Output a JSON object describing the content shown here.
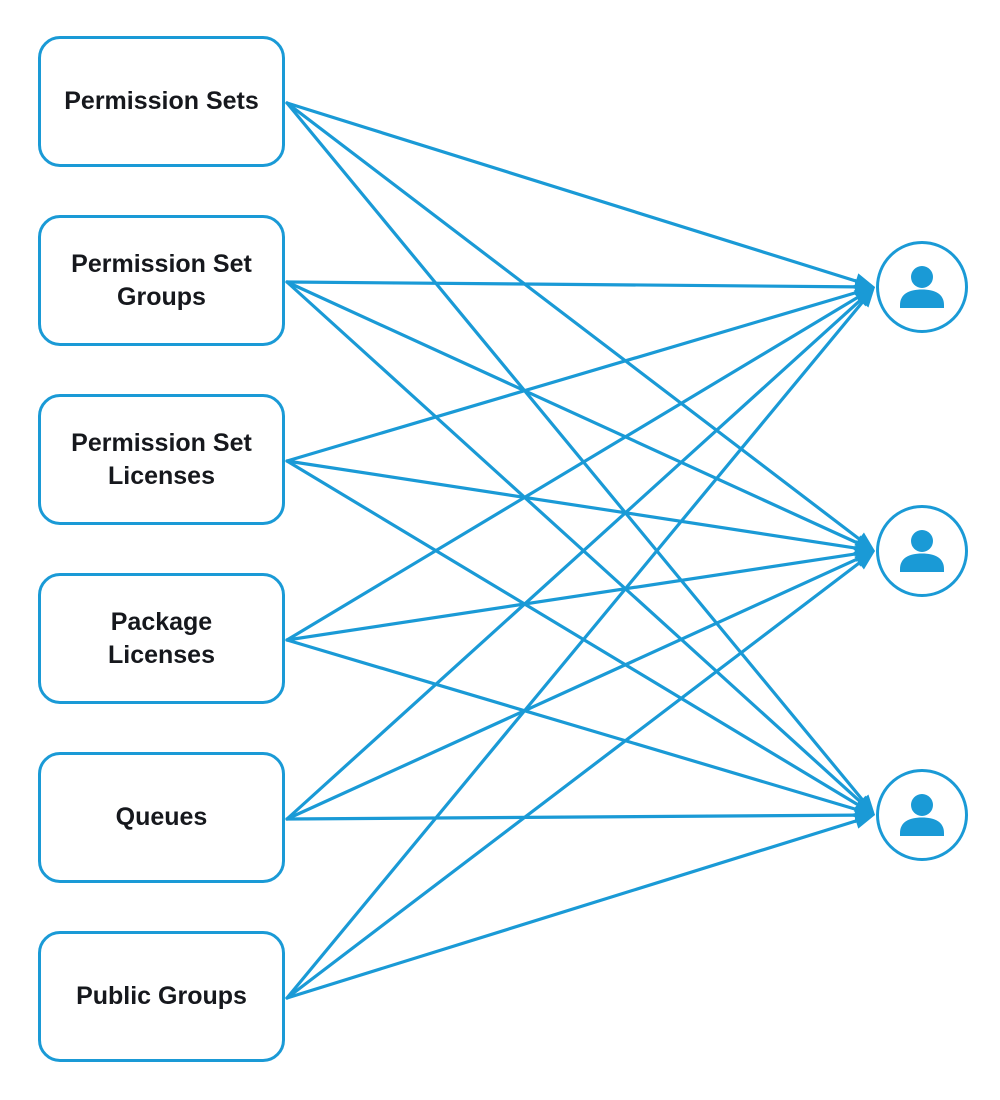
{
  "colors": {
    "accent": "#1a9ad6",
    "text": "#16181d",
    "background": "#ffffff"
  },
  "sources": [
    {
      "id": "permission-sets",
      "label": "Permission Sets"
    },
    {
      "id": "permission-set-groups",
      "label": "Permission Set\nGroups"
    },
    {
      "id": "permission-set-licenses",
      "label": "Permission Set\nLicenses"
    },
    {
      "id": "package-licenses",
      "label": "Package\nLicenses"
    },
    {
      "id": "queues",
      "label": "Queues"
    },
    {
      "id": "public-groups",
      "label": "Public Groups"
    }
  ],
  "users": [
    {
      "id": "user-1",
      "icon": "user-icon"
    },
    {
      "id": "user-2",
      "icon": "user-icon"
    },
    {
      "id": "user-3",
      "icon": "user-icon"
    }
  ],
  "connections": [
    {
      "from": "permission-sets",
      "to": "user-1"
    },
    {
      "from": "permission-sets",
      "to": "user-2"
    },
    {
      "from": "permission-sets",
      "to": "user-3"
    },
    {
      "from": "permission-set-groups",
      "to": "user-1"
    },
    {
      "from": "permission-set-groups",
      "to": "user-2"
    },
    {
      "from": "permission-set-groups",
      "to": "user-3"
    },
    {
      "from": "permission-set-licenses",
      "to": "user-1"
    },
    {
      "from": "permission-set-licenses",
      "to": "user-2"
    },
    {
      "from": "permission-set-licenses",
      "to": "user-3"
    },
    {
      "from": "package-licenses",
      "to": "user-1"
    },
    {
      "from": "package-licenses",
      "to": "user-2"
    },
    {
      "from": "package-licenses",
      "to": "user-3"
    },
    {
      "from": "queues",
      "to": "user-1"
    },
    {
      "from": "queues",
      "to": "user-2"
    },
    {
      "from": "queues",
      "to": "user-3"
    },
    {
      "from": "public-groups",
      "to": "user-1"
    },
    {
      "from": "public-groups",
      "to": "user-2"
    },
    {
      "from": "public-groups",
      "to": "user-3"
    }
  ]
}
